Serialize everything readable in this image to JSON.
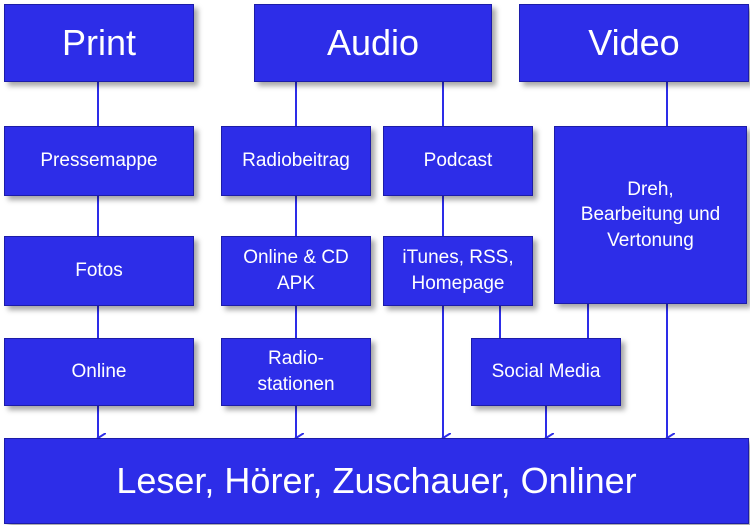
{
  "colors": {
    "box_fill": "#2d2de8",
    "box_border": "#1c1ca8",
    "line": "#2d2de8",
    "text": "#ffffff",
    "background": "#ffffff"
  },
  "headers": {
    "print": "Print",
    "audio": "Audio",
    "video": "Video"
  },
  "nodes": {
    "pressemappe": "Pressemappe",
    "fotos": "Fotos",
    "online": "Online",
    "radiobeitrag": "Radiobeitrag",
    "online_cd_apk": "Online & CD\nAPK",
    "radiostationen": "Radio-\nstationen",
    "podcast": "Podcast",
    "itunes": "iTunes, RSS,\nHomepage",
    "social_media": "Social Media",
    "dreh": "Dreh,\nBearbeitung und\nVertonung"
  },
  "audience": "Leser, Hörer, Zuschauer, Onliner"
}
